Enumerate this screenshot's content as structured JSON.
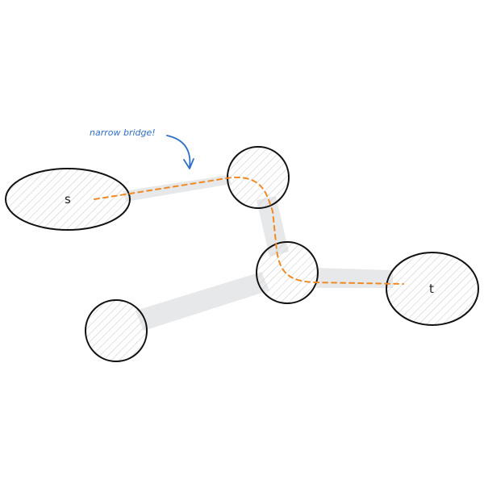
{
  "colors": {
    "background": "#ffffff",
    "outline": "#111111",
    "hatch": "#cfcfcf",
    "bridge": "#e6e8ea",
    "path": "#f08a24",
    "annotation": "#2f6fc4"
  },
  "nodes": {
    "s": {
      "label": "s"
    },
    "t": {
      "label": "t"
    }
  },
  "annotation": {
    "text": "narrow bridge!"
  }
}
